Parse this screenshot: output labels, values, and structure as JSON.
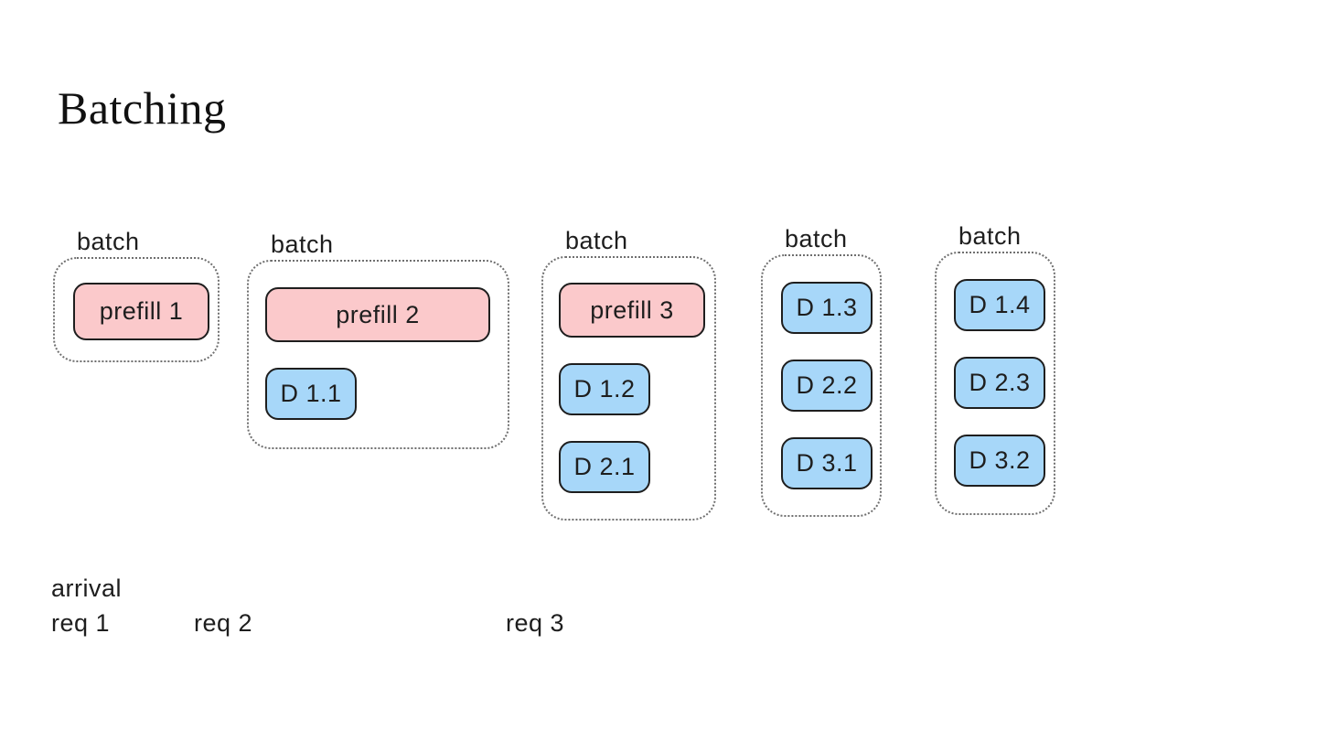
{
  "title": "Batching",
  "colors": {
    "prefill_fill": "#fbc9cb",
    "decode_fill": "#a7d7f9",
    "stroke": "#1e1e1e",
    "container_dots": "#6f6f6f",
    "text": "#1e1e1e"
  },
  "batches": [
    {
      "label": "batch",
      "boxes": [
        {
          "label": "prefill 1",
          "type": "prefill"
        }
      ]
    },
    {
      "label": "batch",
      "boxes": [
        {
          "label": "prefill 2",
          "type": "prefill"
        },
        {
          "label": "D 1.1",
          "type": "decode"
        }
      ]
    },
    {
      "label": "batch",
      "boxes": [
        {
          "label": "prefill 3",
          "type": "prefill"
        },
        {
          "label": "D 1.2",
          "type": "decode"
        },
        {
          "label": "D 2.1",
          "type": "decode"
        }
      ]
    },
    {
      "label": "batch",
      "boxes": [
        {
          "label": "D 1.3",
          "type": "decode"
        },
        {
          "label": "D 2.2",
          "type": "decode"
        },
        {
          "label": "D 3.1",
          "type": "decode"
        }
      ]
    },
    {
      "label": "batch",
      "boxes": [
        {
          "label": "D 1.4",
          "type": "decode"
        },
        {
          "label": "D 2.3",
          "type": "decode"
        },
        {
          "label": "D 3.2",
          "type": "decode"
        }
      ]
    }
  ],
  "timeline": {
    "arrival_label": "arrival",
    "request_labels": [
      "req 1",
      "req 2",
      "req 3"
    ]
  }
}
